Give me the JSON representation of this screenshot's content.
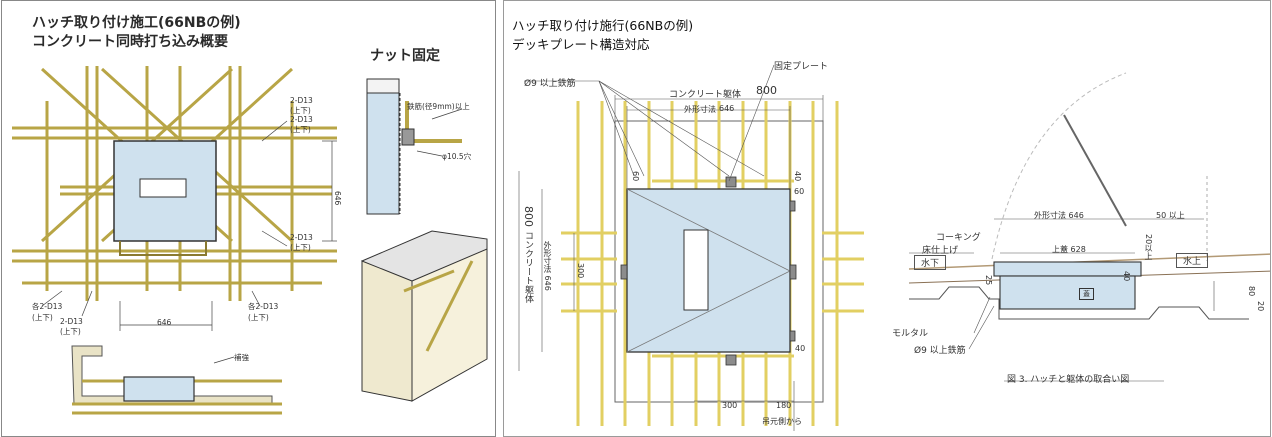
{
  "left": {
    "title1": "ハッチ取り付け施工(66NBの例)",
    "title2": "コンクリート同時打ち込み概要",
    "nut_title": "ナット固定",
    "labels": {
      "ul1": "2-D13\n(上下)",
      "ul2": "2-D13\n(上下)",
      "rb_a": "2-D13\n(上下)",
      "lb1": "各2-D13\n(上下)",
      "lb2": "2-D13\n(上下)",
      "rb1": "各2-D13\n(上下)",
      "dim_v": "646",
      "dim_h": "646",
      "rebar": "鉄筋(径9mm)以上",
      "hole": "φ10.5穴",
      "anchor": "補強"
    }
  },
  "right": {
    "title1": "ハッチ取り付け施行(66NBの例)",
    "title2": "デッキプレート構造対応",
    "labels": {
      "rebar9": "Ø9 以上鉄筋",
      "fix_plate": "固定プレート",
      "concrete_h": "コンクリート躯体",
      "concrete_h_val": "800",
      "outer_h": "外形寸法",
      "outer_h_val": "646",
      "concrete_v": "コンクリート躯体",
      "concrete_v_val": "800",
      "outer_v": "外形寸法 646",
      "d300_v": "300",
      "d60_a": "60",
      "d40_a": "40",
      "d60_b": "60",
      "d40_b": "40",
      "d300_h": "300",
      "d180": "180",
      "from_hinge": "吊元側から"
    },
    "section": {
      "outer": "外形寸法 646",
      "over50": "50 以上",
      "inner": "上蓋 628",
      "caulk": "コーキング",
      "floor": "床仕上げ",
      "water_low": "水下",
      "water_high": "水上",
      "min20": "20以上",
      "d25": "25",
      "d40": "40",
      "d80": "80",
      "d20": "20",
      "mortar": "モルタル",
      "rebar9": "Ø9 以上鉄筋",
      "caption": "図 3. ハッチと躯体の取合い図",
      "lid_mark": "蓋"
    }
  },
  "colors": {
    "rebar": "#d8c46a",
    "rebar_edge": "#9c8a2e",
    "hatch": "#cfe1ee",
    "hatch_edge": "#333333",
    "line": "#444444"
  }
}
